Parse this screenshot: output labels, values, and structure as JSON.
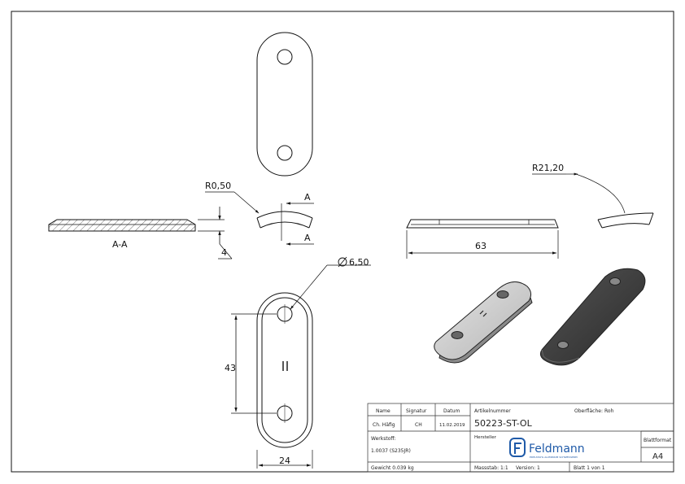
{
  "drawing": {
    "dims": {
      "radius_small": "R0,50",
      "radius_large": "R21,20",
      "section_marker": "A",
      "section_label": "A-A",
      "thickness": "4",
      "length_side": "63",
      "hole_diameter": "6,50",
      "hole_spacing": "43",
      "width": "24"
    }
  },
  "title_block": {
    "name_header": "Name",
    "signature_header": "Signatur",
    "date_header": "Datum",
    "article_label": "Artikelnummer",
    "surface_label": "Oberfläche:",
    "surface_value": "Roh",
    "name_value": "Ch. Häfig",
    "signature_value": "CH",
    "date_value": "11.02.2019",
    "article_value": "50223-ST-OL",
    "material_label": "Werkstoff:",
    "material_value": "1.0037 (S235JR)",
    "manufacturer_label": "Hersteller",
    "logo_name": "Feldmann",
    "logo_tagline": "EDELSTAHL ALUMINIUM SCHWEISSEREI",
    "sheet_format_label": "Blattformat",
    "sheet_format_value": "A4",
    "weight_label": "Gewicht 0.039 kg",
    "scale_label": "Massstab: 1:1",
    "version_label": "Version: 1",
    "sheet_label": "Blatt 1 von 1"
  },
  "colors": {
    "line": "#111111",
    "hatch": "#444444",
    "iso_light": "#c9c9c9",
    "iso_dark": "#3a3a3a",
    "logo_blue": "#1f5aa8"
  }
}
